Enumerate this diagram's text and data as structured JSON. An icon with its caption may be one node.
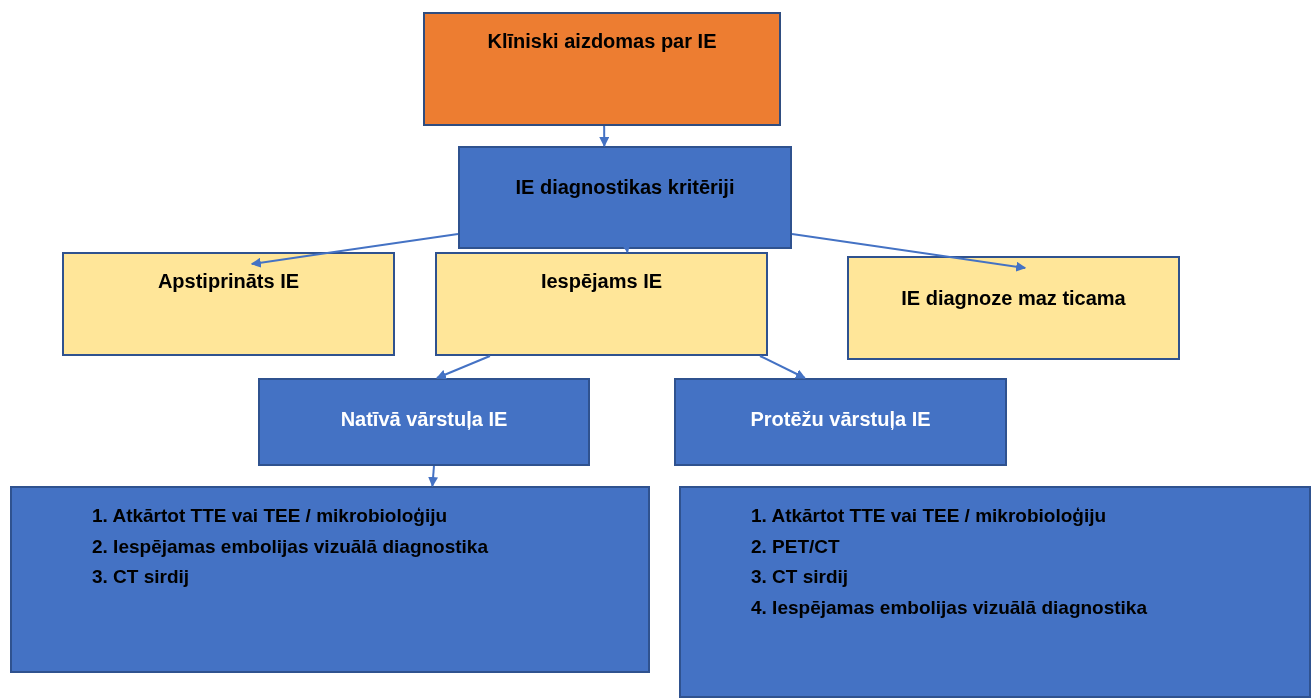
{
  "diagram": {
    "nodes": [
      {
        "text": [
          "Klīniski aizdomas par IE"
        ]
      },
      {
        "text": [
          "IE diagnostikas kritēriji"
        ]
      },
      {
        "text": [
          "Apstiprināts IE"
        ]
      },
      {
        "text": [
          "Iespējams IE"
        ]
      },
      {
        "text": [
          "IE diagnoze maz ticama"
        ]
      },
      {
        "text": [
          "Natīvā vārstuļa IE"
        ]
      },
      {
        "text": [
          "Protēžu vārstuļa IE"
        ]
      },
      {
        "text": [
          "1. Atkārtot TTE vai TEE / mikrobioloģiju",
          "2. Iespējamas embolijas vizuālā diagnostika",
          "3. CT sirdij"
        ]
      },
      {
        "text": [
          "1. Atkārtot TTE vai TEE / mikrobioloģiju",
          "2. PET/CT",
          "3. CT sirdij",
          "4. Iespējamas embolijas vizuālā diagnostika"
        ]
      }
    ],
    "edges": [
      {
        "from": 0,
        "to": 1,
        "arrow": "to"
      },
      {
        "from": 1,
        "to": 2,
        "arrow": "to"
      },
      {
        "from": 1,
        "to": 3,
        "arrow": "to"
      },
      {
        "from": 1,
        "to": 4,
        "arrow": "to"
      },
      {
        "from": 3,
        "to": 5,
        "arrow": "to"
      },
      {
        "from": 3,
        "to": 6,
        "arrow": "to"
      },
      {
        "from": 5,
        "to": 7,
        "arrow": "to"
      }
    ]
  }
}
